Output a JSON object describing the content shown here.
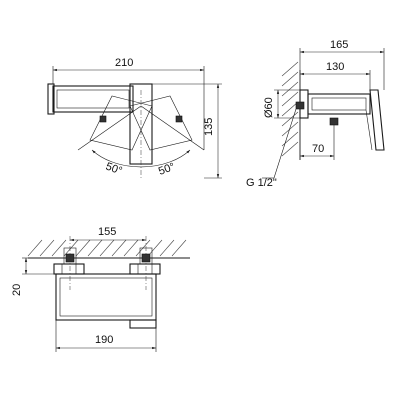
{
  "dimensions": {
    "top_width": "210",
    "top_height": "135",
    "angle_left": "50°",
    "angle_right": "50°",
    "side_total": "165",
    "side_body": "130",
    "side_diameter": "Ø60",
    "side_offset": "70",
    "thread": "G 1/2\"",
    "front_centers": "155",
    "front_height": "20",
    "front_width": "190"
  }
}
